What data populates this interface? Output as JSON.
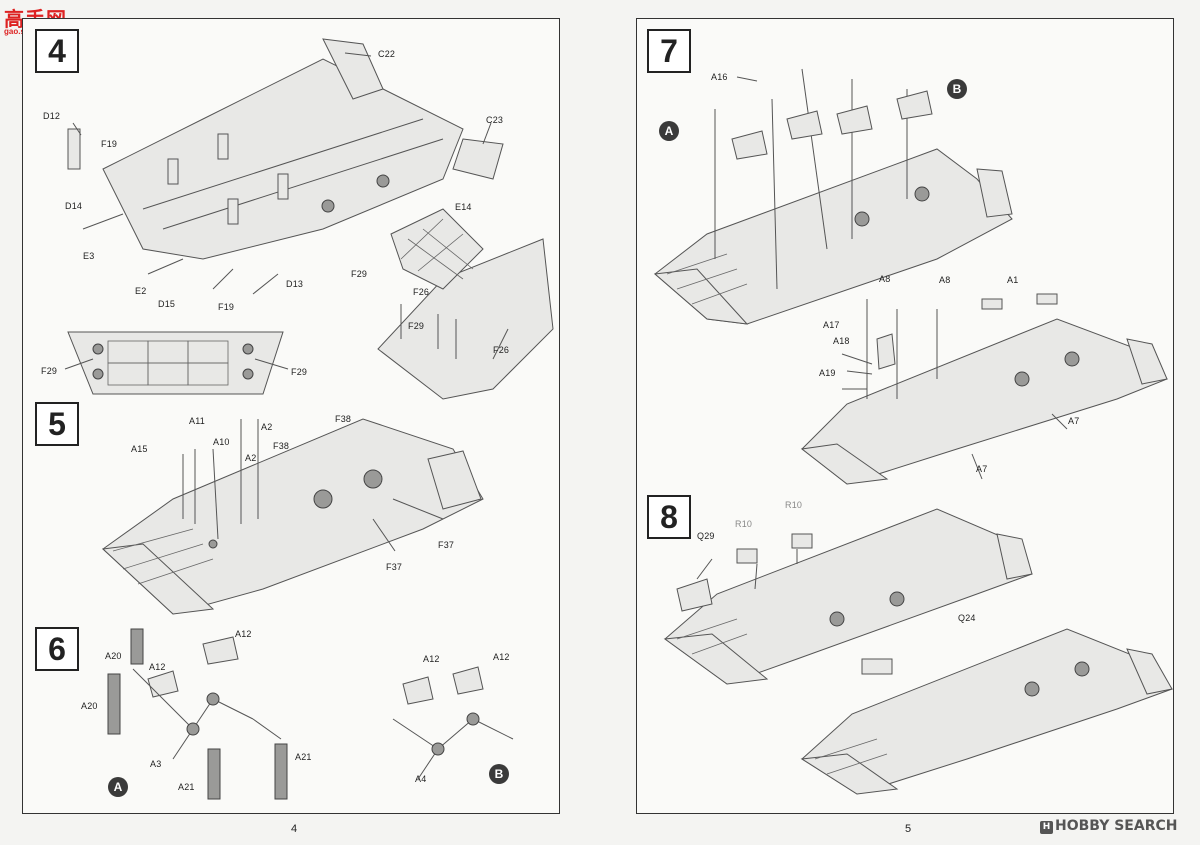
{
  "watermark": {
    "site_top": "高手网",
    "site_url": "gao.shou.com",
    "brand": "HOBBY SEARCH",
    "brand_icon": "H"
  },
  "left_page": {
    "number": "4",
    "steps": {
      "s4": {
        "number": "4",
        "labels": {
          "c22": "C22",
          "c23": "C23",
          "d12": "D12",
          "f19a": "F19",
          "d14": "D14",
          "e3": "E3",
          "e2": "E2",
          "d15": "D15",
          "f19b": "F19",
          "d13": "D13",
          "e14": "E14",
          "f29a": "F29",
          "f26a": "F26",
          "f29b": "F29",
          "f26b": "F26",
          "f29c": "F29",
          "f29d": "F29"
        }
      },
      "s5": {
        "number": "5",
        "labels": {
          "a11": "A11",
          "a2a": "A2",
          "a15": "A15",
          "a10": "A10",
          "f38a": "F38",
          "f38b": "F38",
          "a2b": "A2",
          "f37a": "F37",
          "f37b": "F37"
        }
      },
      "s6": {
        "number": "6",
        "labels": {
          "a12a": "A12",
          "a20a": "A20",
          "a12b": "A12",
          "a20b": "A20",
          "a3": "A3",
          "a21a": "A21",
          "a21b": "A21",
          "a12c": "A12",
          "a12d": "A12",
          "a4": "A4"
        },
        "callout_a": "A",
        "callout_b": "B"
      }
    }
  },
  "right_page": {
    "number": "5",
    "steps": {
      "s7": {
        "number": "7",
        "labels": {
          "a16": "A16",
          "a8a": "A8",
          "a8b": "A8",
          "a1": "A1",
          "a17": "A17",
          "a18": "A18",
          "a19": "A19",
          "a7a": "A7",
          "a7b": "A7"
        },
        "callout_a": "A",
        "callout_b": "B"
      },
      "s8": {
        "number": "8",
        "labels": {
          "q29": "Q29",
          "r10a": "R10",
          "r10b": "R10",
          "q24": "Q24"
        }
      }
    }
  }
}
